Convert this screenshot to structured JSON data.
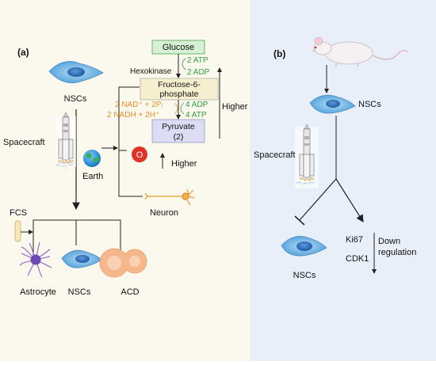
{
  "panel_a": {
    "label": "(a)",
    "nscs_top": "NSCs",
    "spacecraft": "Spacecraft",
    "earth": "Earth",
    "fcs": "FCS",
    "astrocyte": "Astrocyte",
    "nscs_bottom": "NSCs",
    "acd": "ACD",
    "neuron": "Neuron",
    "o_mark": "O",
    "higher_o2": "Higher",
    "higher_glycolysis": "Higher",
    "glycolysis": {
      "glucose": "Glucose",
      "atp_in": "2 ATP",
      "hexokinase": "Hexokinase",
      "adp_out": "2 ADP",
      "f6p_line1": "Fructose-6-",
      "f6p_line2": "phosphate",
      "nad": "2 NAD⁺ + 2Pᵢ",
      "nadh": "2 NADH + 2H⁺",
      "adp_in": "4 ADP",
      "atp_out": "4 ATP",
      "pyruvate_line1": "Pyruvate",
      "pyruvate_line2": "(2)"
    }
  },
  "panel_b": {
    "label": "(b)",
    "nscs_top": "NSCs",
    "spacecraft": "Spacecraft",
    "nscs_bottom": "NSCs",
    "ki67": "Ki67",
    "cdk1": "CDK1",
    "down": "Down",
    "regulation": "regulation"
  },
  "colors": {
    "panel_a_bg": "#fbf8ee",
    "panel_b_bg": "#e9eff8",
    "glucose_fill": "#d6f0d6",
    "glucose_stroke": "#4aa84a",
    "f6p_fill": "#f6efcf",
    "pyruvate_fill": "#dcdcf5",
    "green_text": "#2e9e3e",
    "orange_text": "#e8902a",
    "cell_blue": "#6fb6e6",
    "nucleus_blue": "#2b6db3",
    "o_red": "#e03228",
    "astrocyte_purple": "#8b63c8",
    "acd_orange": "#f2a56b"
  }
}
